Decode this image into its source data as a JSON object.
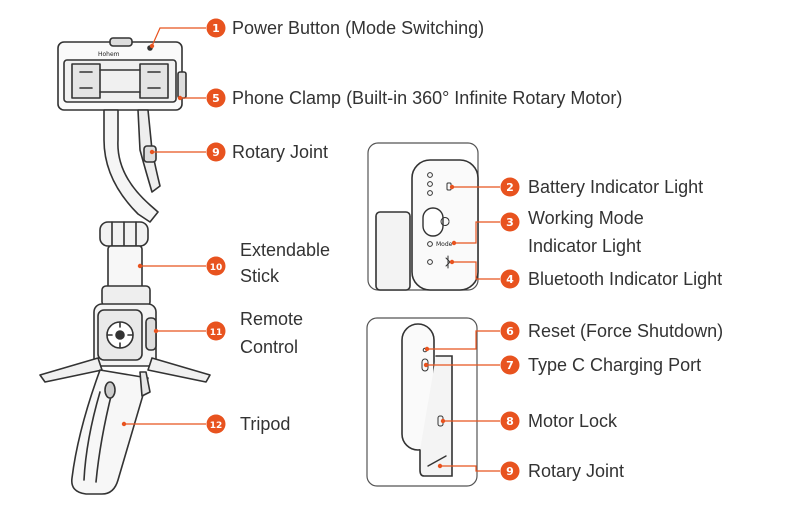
{
  "accent_color": "#e8531f",
  "callouts": [
    {
      "num": "1",
      "label": "Power Button (Mode Switching)"
    },
    {
      "num": "5",
      "label": "Phone Clamp (Built-in 360° Infinite Rotary Motor)"
    },
    {
      "num": "9",
      "label": "Rotary Joint"
    },
    {
      "num": "10",
      "line1": "Extendable",
      "line2": "Stick"
    },
    {
      "num": "11",
      "line1": "Remote",
      "line2": "Control"
    },
    {
      "num": "12",
      "label": "Tripod"
    },
    {
      "num": "2",
      "label": "Battery Indicator Light"
    },
    {
      "num": "3",
      "line1": "Working Mode",
      "line2": "Indicator Light"
    },
    {
      "num": "4",
      "label": "Bluetooth Indicator Light"
    },
    {
      "num": "6",
      "label": "Reset (Force Shutdown)"
    },
    {
      "num": "7",
      "label": "Type C Charging Port"
    },
    {
      "num": "8",
      "label": "Motor Lock"
    },
    {
      "num": "9",
      "label": "Rotary Joint"
    }
  ],
  "device_text": {
    "mode_label": "Mode"
  }
}
